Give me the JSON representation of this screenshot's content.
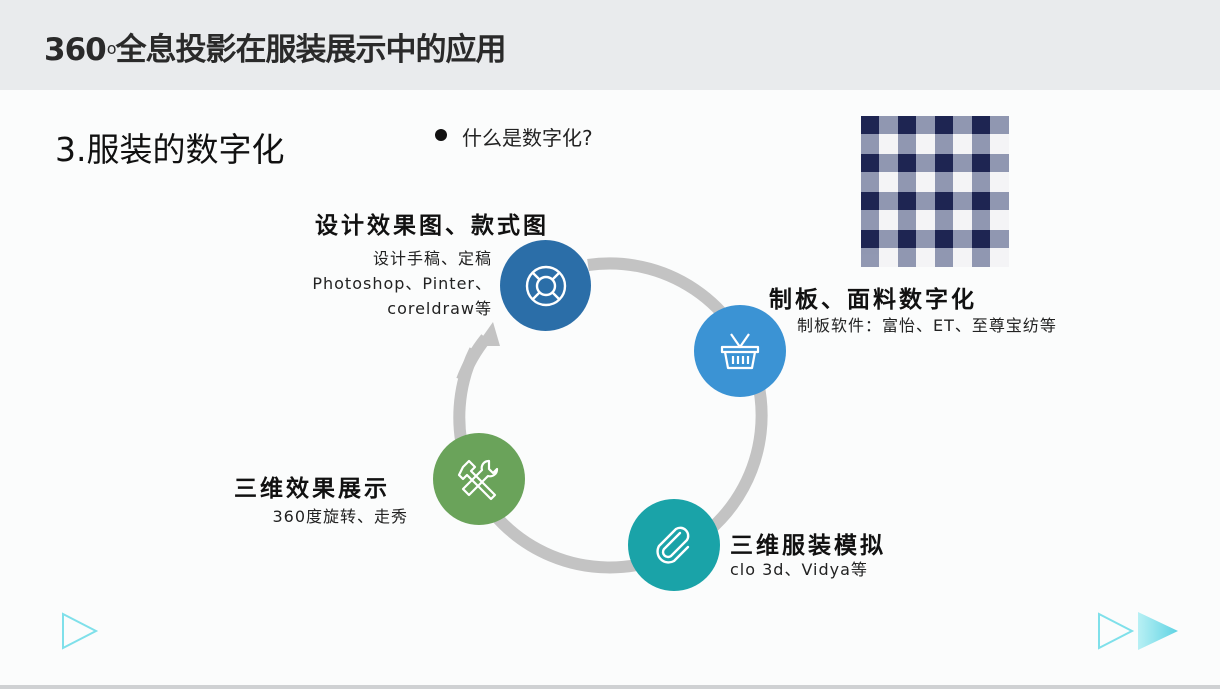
{
  "header": {
    "title": "360",
    "title_sup": "o",
    "title_rest": "全息投影在服装展示中的应用"
  },
  "section": {
    "title": "3.服装的数字化"
  },
  "bullet": {
    "text": "什么是数字化?"
  },
  "nodes": [
    {
      "title": "设计效果图、款式图",
      "sub": [
        "设计手稿、定稿",
        "Photoshop、Pinter、",
        "coreldraw等"
      ],
      "icon": "lifebuoy-icon",
      "color": "#2b6ea8"
    },
    {
      "title": "制板、面料数字化",
      "sub": [
        "制板软件：富怡、ET、至尊宝纺等"
      ],
      "icon": "basket-icon",
      "color": "#3b93d4"
    },
    {
      "title": "三维服装模拟",
      "sub": [
        "clo 3d、Vidya等"
      ],
      "icon": "paperclip-icon",
      "color": "#1aa3a8"
    },
    {
      "title": "三维效果展示",
      "sub": [
        "360度旋转、走秀"
      ],
      "icon": "tools-icon",
      "color": "#6aa35a"
    }
  ],
  "colors": {
    "header_bg": "#e9ebed",
    "ring": "#c3c3c3",
    "accent_cyan": "#5fd3e3"
  }
}
